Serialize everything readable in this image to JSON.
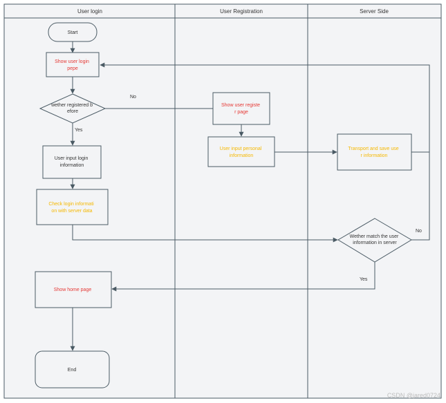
{
  "lanes": {
    "user_login": "User login",
    "user_registration": "User Registration",
    "server_side": "Server Side"
  },
  "colors": {
    "background": "#f3f4f6",
    "border": "#4a5a64",
    "node_fill": "#f3f4f6",
    "red_text": "#e53935",
    "orange_text": "#f5b800",
    "dark_text": "#333333"
  },
  "nodes": {
    "start": [
      "Start"
    ],
    "show_login": [
      "Show user login",
      "pepe"
    ],
    "registered_check": [
      "wether registered b",
      "efore"
    ],
    "input_login": [
      "User input login",
      "information"
    ],
    "check_login": [
      "Check login informati",
      "on with server data"
    ],
    "show_home": [
      "Show home page"
    ],
    "end": [
      "End"
    ],
    "show_register": [
      "Show user registe",
      "r page"
    ],
    "input_personal": [
      "User input personal",
      "information"
    ],
    "transport_save": [
      "Transport and save use",
      "r information"
    ],
    "match_check": [
      "Wether match the user",
      "information in server"
    ]
  },
  "labels": {
    "no_registered": "No",
    "yes_registered": "Yes",
    "no_match": "No",
    "yes_match": "Yes"
  },
  "watermark": "CSDN @jared0724"
}
